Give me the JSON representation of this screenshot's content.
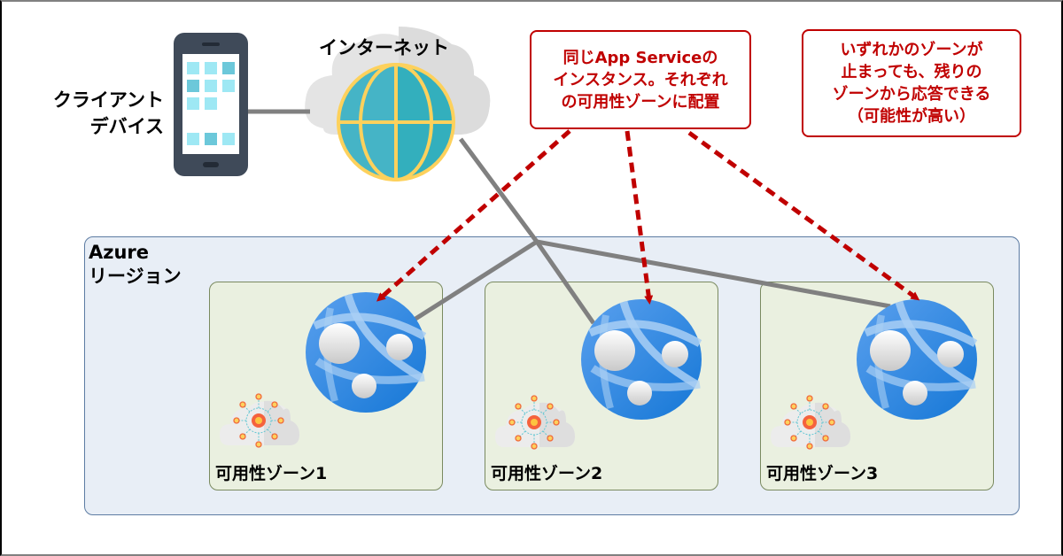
{
  "client": {
    "label_lines": [
      "クライアント",
      "デバイス"
    ],
    "icon": "smartphone-icon"
  },
  "internet": {
    "label": "インターネット",
    "icon": "globe-cloud-icon"
  },
  "callouts": [
    {
      "lines": [
        "同じApp Serviceの",
        "インスタンス。それぞれ",
        "の可用性ゾーンに配置"
      ]
    },
    {
      "lines": [
        "いずれかのゾーンが",
        "止まっても、残りの",
        "ゾーンから応答できる",
        "（可能性が高い）"
      ]
    }
  ],
  "region": {
    "label_lines": [
      "Azure",
      "リージョン"
    ]
  },
  "zones": [
    {
      "label": "可用性ゾーン1",
      "app_icon": "app-service-icon",
      "zone_icon": "availability-zone-icon"
    },
    {
      "label": "可用性ゾーン2",
      "app_icon": "app-service-icon",
      "zone_icon": "availability-zone-icon"
    },
    {
      "label": "可用性ゾーン3",
      "app_icon": "app-service-icon",
      "zone_icon": "availability-zone-icon"
    }
  ],
  "colors": {
    "callout": "#c00000",
    "connector": "#808080",
    "region_fill": "#e8eef6",
    "zone_fill": "#eaf0e0",
    "app_service_blue": "#1e7fd8",
    "globe_teal": "#33afbd",
    "globe_ring": "#fdd15c"
  }
}
